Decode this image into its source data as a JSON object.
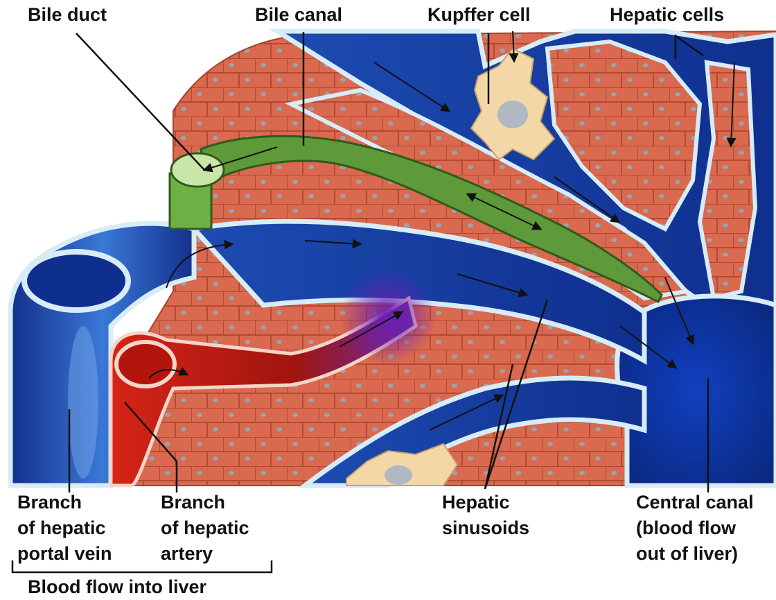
{
  "labels": {
    "bile_duct": "Bile duct",
    "bile_canal": "Bile canal",
    "kupffer_cell": "Kupffer cell",
    "hepatic_cells": "Hepatic cells",
    "portal_vein": [
      "Branch",
      "of hepatic",
      "portal vein"
    ],
    "hepatic_artery": [
      "Branch",
      "of hepatic",
      "artery"
    ],
    "hepatic_sinusoids": [
      "Hepatic",
      "sinusoids"
    ],
    "central_canal": [
      "Central canal",
      "(blood flow",
      "out of liver)"
    ],
    "blood_flow_into_liver": "Blood flow into liver"
  },
  "colors": {
    "hepatic_tissue": "#d9694f",
    "hepatic_cell_border": "#a8402c",
    "nucleus": "#9aa3ad",
    "vein_blue": "#1f4fb8",
    "vein_dark": "#12308a",
    "vessel_wall": "#d7ecf6",
    "artery_red": "#d62418",
    "artery_dark": "#8e0d08",
    "bile_green": "#5f9a3a",
    "bile_dark": "#2f5a1c",
    "kupffer_cream": "#f3d7a6",
    "label_text": "#111111"
  }
}
